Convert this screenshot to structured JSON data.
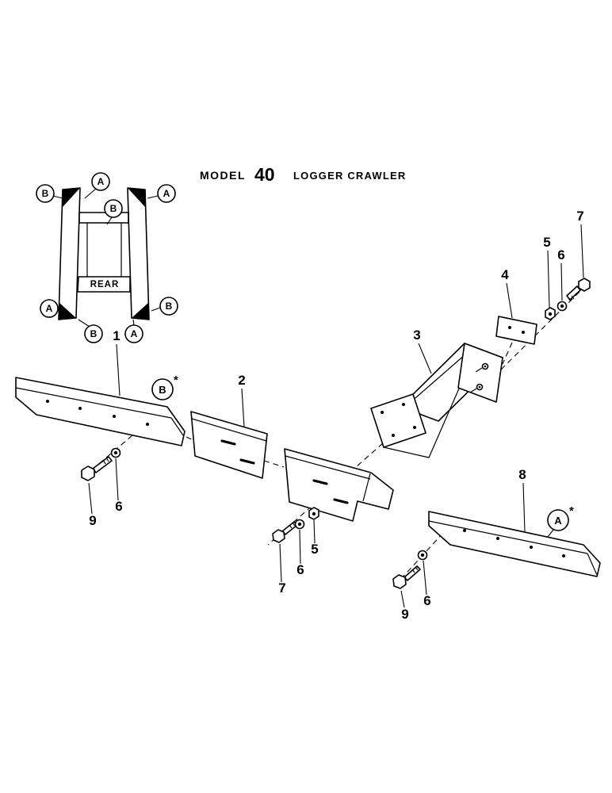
{
  "title": {
    "model_word": "MODEL",
    "model_number": "40",
    "machine_name": "LOGGER CRAWLER"
  },
  "schematic": {
    "rear_label": "REAR"
  },
  "callouts": {
    "part_1": "1",
    "part_2": "2",
    "part_3": "3",
    "part_4": "4",
    "part_5": "5",
    "part_6": "6",
    "part_7": "7",
    "part_8": "8",
    "part_9": "9",
    "letter_a": "A",
    "letter_b": "B",
    "asterisk": "*"
  }
}
